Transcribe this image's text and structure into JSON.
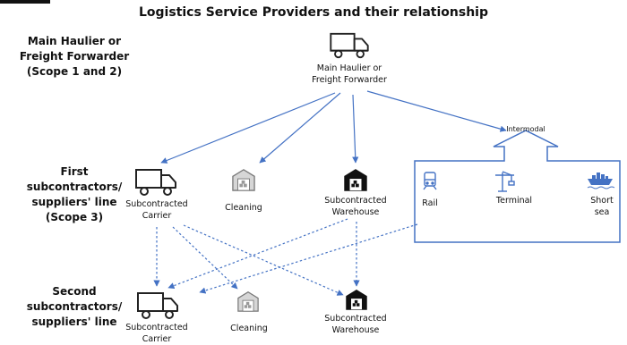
{
  "title": "Logistics Service Providers and their relationship",
  "row_labels": {
    "main": "Main Haulier or\nFreight Forwarder\n(Scope 1 and 2)",
    "first": "First\nsubcontractors/\nsuppliers' line\n(Scope 3)",
    "second": "Second\nsubcontractors/\nsuppliers' line"
  },
  "nodes": {
    "main_haulier": "Main Haulier or\nFreight Forwarder",
    "intermodal": "Intermodal",
    "carrier_1": "Subcontracted\nCarrier",
    "cleaning_1": "Cleaning",
    "warehouse_1": "Subcontracted\nWarehouse",
    "rail": "Rail",
    "terminal": "Terminal",
    "short_sea": "Short\nsea",
    "carrier_2": "Subcontracted\nCarrier",
    "cleaning_2": "Cleaning",
    "warehouse_2": "Subcontracted\nWarehouse"
  },
  "icons": {
    "main_haulier": "truck-icon",
    "carrier": "truck-icon",
    "cleaning": "cleaning-warehouse-icon",
    "warehouse": "warehouse-icon",
    "rail": "train-icon",
    "terminal": "crane-icon",
    "short_sea": "ship-icon"
  },
  "colors": {
    "arrow": "#4472C4",
    "icon_stroke": "#222222",
    "intermodal_border": "#4472C4"
  }
}
